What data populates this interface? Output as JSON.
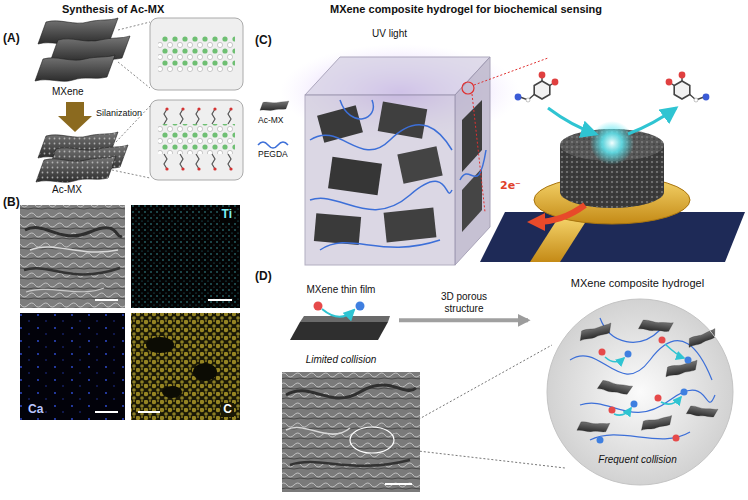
{
  "diagram": {
    "nodes": [
      {
        "text": [
          "Ti"
        ]
      },
      {
        "text": [
          "Ca"
        ]
      },
      {
        "text": [
          "C"
        ]
      },
      {
        "text": [
          "MXene thin film",
          "Limited collision"
        ]
      },
      {
        "text": [
          "MXene composite hydrogel",
          "Frequent collision"
        ]
      }
    ],
    "edges": [
      {
        "from": 3,
        "to": 4,
        "label": "3D porous structure",
        "arrow": "to"
      }
    ],
    "labels": [
      "Synthesis of Ac-MX",
      "MXene composite hydrogel for biochemical sensing",
      "(A)",
      "MXene",
      "Silanization",
      "Ac-MX",
      "(B)",
      "(C)",
      "UV light",
      "Ac-MX",
      "PEGDA",
      "2e⁻",
      "(D)"
    ]
  }
}
